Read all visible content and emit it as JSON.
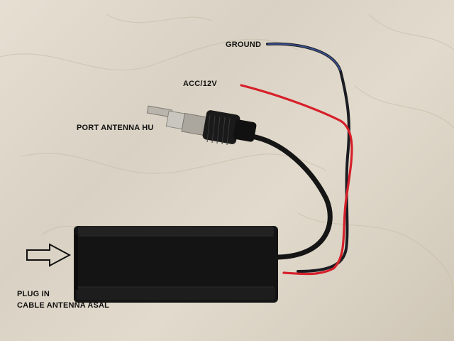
{
  "labels": {
    "ground": "GROUND",
    "acc": "ACC/12V",
    "port": "PORT ANTENNA HU",
    "plug_line1": "PLUG IN",
    "plug_line2": "CABLE ANTENNA ASAL"
  },
  "icons": {
    "arrow": "outline-right-arrow-icon"
  },
  "colors": {
    "wire_red": "#d6202a",
    "wire_black": "#1b1c22",
    "wire_blue_stripe": "#3a4f8c",
    "box": "#141414"
  }
}
